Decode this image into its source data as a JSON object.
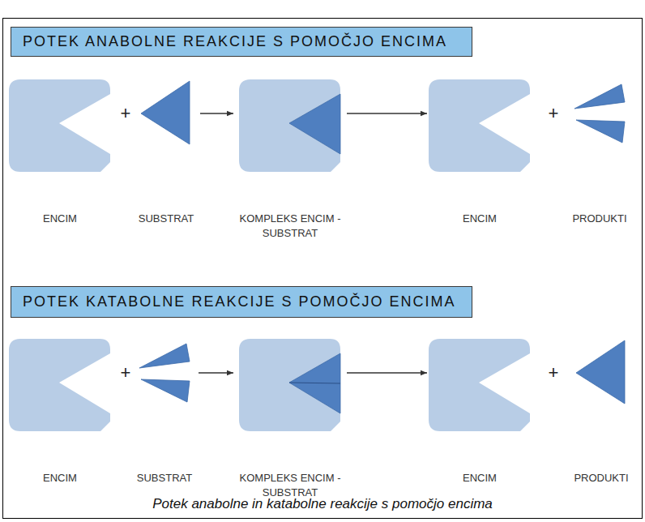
{
  "diagram": {
    "caption": "Potek anabolne in katabolne reakcije s pomočjo encima",
    "nodes": [
      {
        "text": [
          "POTEK ANABOLNE REAKCIJE S POMOČJO ENCIMA"
        ]
      },
      {
        "text": [
          "ENCIM"
        ]
      },
      {
        "text": [
          "SUBSTRAT"
        ]
      },
      {
        "text": [
          "KOMPLEKS ENCIM - SUBSTRAT"
        ]
      },
      {
        "text": [
          "ENCIM"
        ]
      },
      {
        "text": [
          "PRODUKTI"
        ]
      },
      {
        "text": [
          "POTEK KATABOLNE REAKCIJE S POMOČJO ENCIMA"
        ]
      },
      {
        "text": [
          "ENCIM"
        ]
      },
      {
        "text": [
          "SUBSTRAT"
        ]
      },
      {
        "text": [
          "KOMPLEKS ENCIM - SUBSTRAT"
        ]
      },
      {
        "text": [
          "ENCIM"
        ]
      },
      {
        "text": [
          "PRODUKTI"
        ]
      }
    ],
    "edges": [
      {
        "from": 2,
        "to": 3,
        "arrow": "to"
      },
      {
        "from": 3,
        "to": 4,
        "arrow": "to"
      },
      {
        "from": 8,
        "to": 9,
        "arrow": "to"
      },
      {
        "from": 9,
        "to": 10,
        "arrow": "to"
      }
    ],
    "labels": [
      "+",
      "+",
      "+",
      "+"
    ]
  }
}
